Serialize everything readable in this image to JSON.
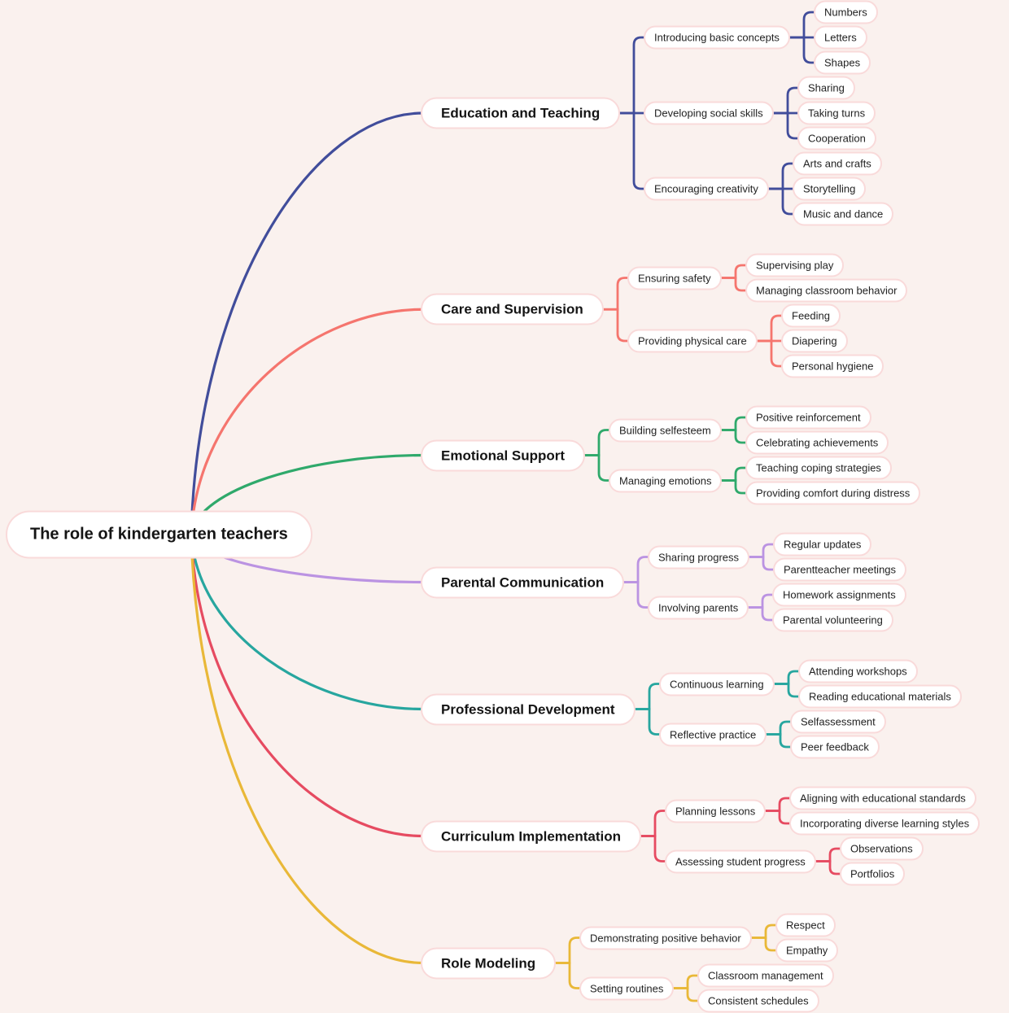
{
  "palette": {
    "background": "#faf1ee",
    "node_fill": "#ffffff",
    "node_border": "#f9dada",
    "text_color": "#222222"
  },
  "root": {
    "label": "The role of kindergarten teachers"
  },
  "branches": [
    {
      "label": "Education and Teaching",
      "color": "#414d9b",
      "children": [
        {
          "label": "Introducing basic concepts",
          "children": [
            {
              "label": "Numbers"
            },
            {
              "label": "Letters"
            },
            {
              "label": "Shapes"
            }
          ]
        },
        {
          "label": "Developing social skills",
          "children": [
            {
              "label": "Sharing"
            },
            {
              "label": "Taking turns"
            },
            {
              "label": "Cooperation"
            }
          ]
        },
        {
          "label": "Encouraging creativity",
          "children": [
            {
              "label": "Arts and crafts"
            },
            {
              "label": "Storytelling"
            },
            {
              "label": "Music and dance"
            }
          ]
        }
      ]
    },
    {
      "label": "Care and Supervision",
      "color": "#f5756e",
      "children": [
        {
          "label": "Ensuring safety",
          "children": [
            {
              "label": "Supervising play"
            },
            {
              "label": "Managing classroom behavior"
            }
          ]
        },
        {
          "label": "Providing physical care",
          "children": [
            {
              "label": "Feeding"
            },
            {
              "label": "Diapering"
            },
            {
              "label": "Personal hygiene"
            }
          ]
        }
      ]
    },
    {
      "label": "Emotional Support",
      "color": "#2fa96b",
      "children": [
        {
          "label": "Building selfesteem",
          "children": [
            {
              "label": "Positive reinforcement"
            },
            {
              "label": "Celebrating achievements"
            }
          ]
        },
        {
          "label": "Managing emotions",
          "children": [
            {
              "label": "Teaching coping strategies"
            },
            {
              "label": "Providing comfort during distress"
            }
          ]
        }
      ]
    },
    {
      "label": "Parental Communication",
      "color": "#bb93e2",
      "children": [
        {
          "label": "Sharing progress",
          "children": [
            {
              "label": "Regular updates"
            },
            {
              "label": "Parentteacher meetings"
            }
          ]
        },
        {
          "label": "Involving parents",
          "children": [
            {
              "label": "Homework assignments"
            },
            {
              "label": "Parental volunteering"
            }
          ]
        }
      ]
    },
    {
      "label": "Professional Development",
      "color": "#27a69f",
      "children": [
        {
          "label": "Continuous learning",
          "children": [
            {
              "label": "Attending workshops"
            },
            {
              "label": "Reading educational materials"
            }
          ]
        },
        {
          "label": "Reflective practice",
          "children": [
            {
              "label": "Selfassessment"
            },
            {
              "label": "Peer feedback"
            }
          ]
        }
      ]
    },
    {
      "label": "Curriculum Implementation",
      "color": "#e64b61",
      "children": [
        {
          "label": "Planning lessons",
          "children": [
            {
              "label": "Aligning with educational standards"
            },
            {
              "label": "Incorporating diverse learning styles"
            }
          ]
        },
        {
          "label": "Assessing student progress",
          "children": [
            {
              "label": "Observations"
            },
            {
              "label": "Portfolios"
            }
          ]
        }
      ]
    },
    {
      "label": "Role Modeling",
      "color": "#e9b838",
      "children": [
        {
          "label": "Demonstrating positive behavior",
          "children": [
            {
              "label": "Respect"
            },
            {
              "label": "Empathy"
            }
          ]
        },
        {
          "label": "Setting routines",
          "children": [
            {
              "label": "Classroom management"
            },
            {
              "label": "Consistent schedules"
            }
          ]
        }
      ]
    }
  ]
}
